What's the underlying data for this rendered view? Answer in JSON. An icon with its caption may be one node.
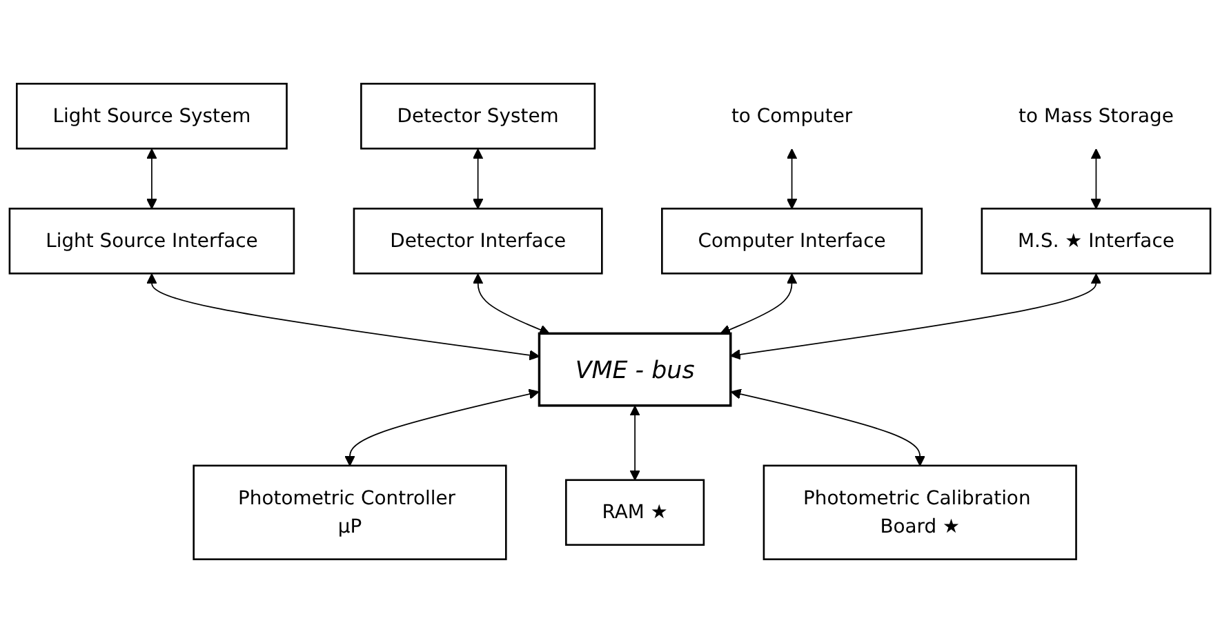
{
  "diagram": {
    "nodes": [
      {
        "text": [
          "Light Source System"
        ]
      },
      {
        "text": [
          "Detector System"
        ]
      },
      {
        "text": [
          "to Computer"
        ]
      },
      {
        "text": [
          "to Mass Storage"
        ]
      },
      {
        "text": [
          "Light Source Interface"
        ]
      },
      {
        "text": [
          "Detector Interface"
        ]
      },
      {
        "text": [
          "Computer Interface"
        ]
      },
      {
        "text": [
          "M.S. ★ Interface"
        ]
      },
      {
        "text": [
          "VME - bus"
        ]
      },
      {
        "text": [
          "Photometric Controller μP"
        ]
      },
      {
        "text": [
          "RAM ★"
        ]
      },
      {
        "text": [
          "Photometric Calibration Board ★"
        ]
      }
    ],
    "edges": [
      {
        "from": 0,
        "to": 4,
        "arrow": "both"
      },
      {
        "from": 1,
        "to": 5,
        "arrow": "both"
      },
      {
        "from": 2,
        "to": 6,
        "arrow": "both"
      },
      {
        "from": 3,
        "to": 7,
        "arrow": "both"
      },
      {
        "from": 4,
        "to": 8,
        "arrow": "both"
      },
      {
        "from": 5,
        "to": 8,
        "arrow": "both"
      },
      {
        "from": 6,
        "to": 8,
        "arrow": "both"
      },
      {
        "from": 7,
        "to": 8,
        "arrow": "both"
      },
      {
        "from": 8,
        "to": 9,
        "arrow": "both"
      },
      {
        "from": 8,
        "to": 10,
        "arrow": "both"
      },
      {
        "from": 8,
        "to": 11,
        "arrow": "both"
      }
    ]
  }
}
